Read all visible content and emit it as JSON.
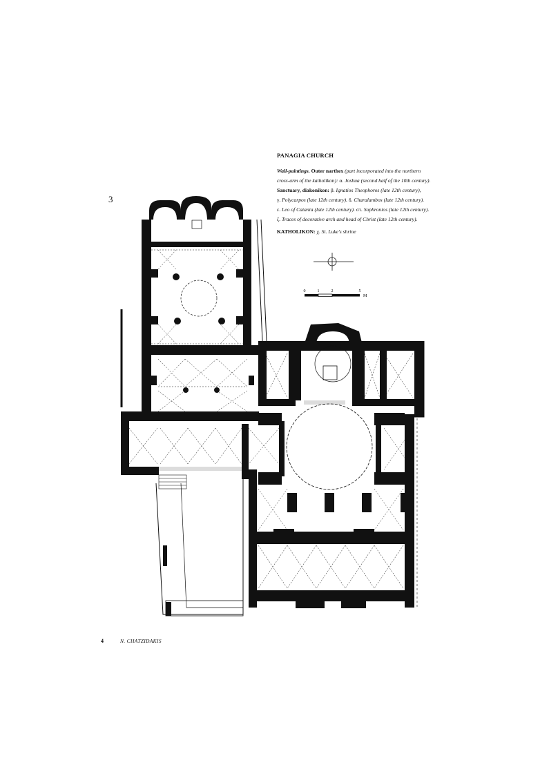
{
  "figure_number": "3",
  "caption": {
    "title": "PANAGIA CHURCH",
    "wall_paintings_label": "Wall-paintings.",
    "outer_narthex_label": "Outer narthex",
    "outer_narthex_note_1": "(part incorporated into the northern",
    "outer_narthex_note_2": "cross-arm of the katholikon):",
    "alpha": "α.",
    "alpha_text": "Joshua (second half of the 10th century).",
    "sanctuary_label": "Sanctuary, diakonikon:",
    "beta": "β.",
    "beta_text": "Ignatios Theophoros (late 12th century),",
    "gamma": "γ.",
    "gamma_text": "Polycarpos (late 12th century).",
    "delta": "δ.",
    "delta_text": "Charalambos (late 12th century).",
    "epsilon": "ε.",
    "epsilon_text": "Leo of Catania (late 12th century).",
    "stigma": "στ.",
    "stigma_text": "Sophronios (late 12th century).",
    "zeta": "ζ.",
    "zeta_text": "Traces of decorative arch and head of Christ (late 12th century).",
    "katholikon_label": "KATHOLIKON:",
    "chi": "χ.",
    "chi_text": "St. Luke's shrine"
  },
  "scale_bar": {
    "ticks": [
      "0",
      "1",
      "2",
      "5"
    ],
    "unit": "M"
  },
  "footer": {
    "page_number": "4",
    "author": "N. CHATZIDAKIS"
  }
}
